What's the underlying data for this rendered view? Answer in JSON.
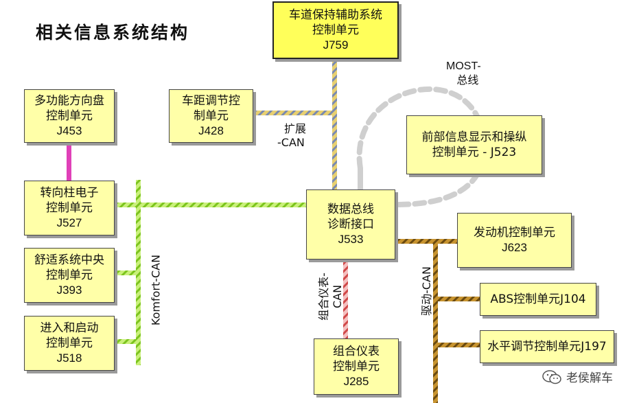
{
  "title": "相关信息系统结构",
  "boxes": {
    "j759": {
      "line1": "车道保持辅助系统",
      "line2": "控制单元",
      "code": "J759"
    },
    "j453": {
      "line1": "多功能方向盘",
      "line2": "控制单元",
      "code": "J453"
    },
    "j428": {
      "line1": "车距调节控",
      "line2": "制单元",
      "code": "J428"
    },
    "j523": {
      "line1": "前部信息显示和操纵",
      "line2": "控制单元 - J523"
    },
    "j527": {
      "line1": "转向柱电子",
      "line2": "控制单元",
      "code": "J527"
    },
    "j533": {
      "line1": "数据总线",
      "line2": "诊断接口",
      "code": "J533"
    },
    "j623": {
      "line1": "发动机控制单元",
      "code": "J623"
    },
    "j393": {
      "line1": "舒适系统中央",
      "line2": "控制单元",
      "code": "J393"
    },
    "j104": {
      "line1": "ABS控制单元J104"
    },
    "j518": {
      "line1": "进入和启动",
      "line2": "控制单元",
      "code": "J518"
    },
    "j197": {
      "line1": "水平调节控制单元J197"
    },
    "j285": {
      "line1": "组合仪表",
      "line2": "控制单元",
      "code": "J285"
    }
  },
  "bus_labels": {
    "most_line1": "MOST-",
    "most_line2": "总线",
    "extended_line1": "扩展",
    "extended_line2": "-CAN",
    "komfort": "Komfort-CAN",
    "instrument_line1": "组合仪表-",
    "instrument_line2": "CAN",
    "drive": "驱动-CAN"
  },
  "watermark": "老侯解车",
  "colors": {
    "box_fill": "#ffffa8",
    "top_box_fill": "#ffff5a",
    "komfort_can": "#99e033",
    "extended_can": "#ccbb33",
    "drive_can": "#b07a10",
    "instrument_can": "#e06060",
    "most": "#cfcfcf",
    "magenta_link": "#e040b8"
  }
}
